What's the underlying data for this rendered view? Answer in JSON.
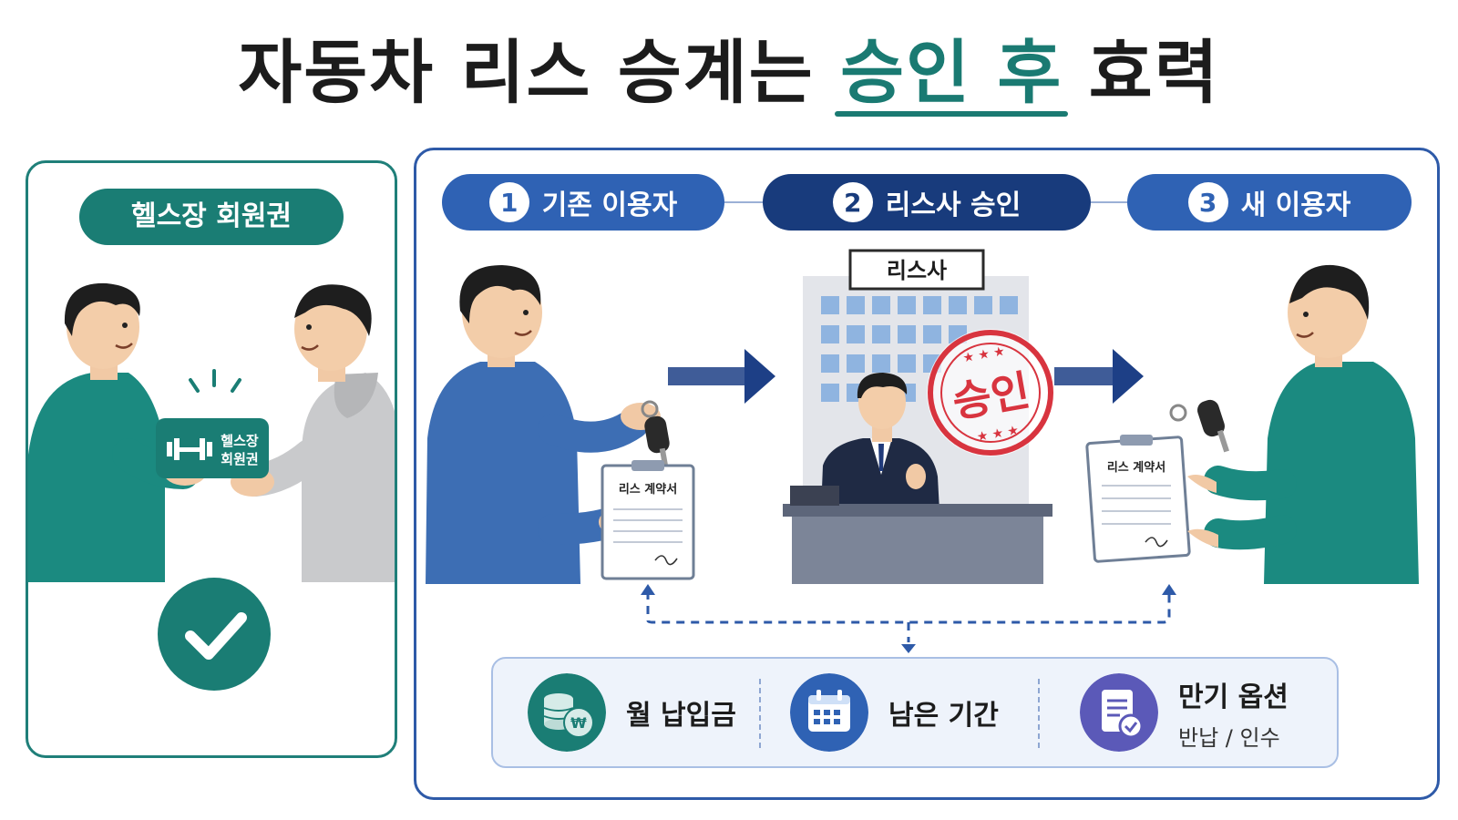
{
  "title": {
    "part1": "자동차 리스 승계는 ",
    "highlight": "승인 후",
    "part2": " 효력"
  },
  "left_panel": {
    "pill_label": "헬스장 회원권",
    "card_line1": "헬스장",
    "card_line2": "회원권"
  },
  "steps": [
    {
      "num": "1",
      "label": "기존 이용자"
    },
    {
      "num": "2",
      "label": "리스사 승인"
    },
    {
      "num": "3",
      "label": "새 이용자"
    }
  ],
  "scene": {
    "building_sign": "리스사",
    "stamp_text": "승인",
    "contract_left": "리스 계약서",
    "contract_right": "리스 계약서"
  },
  "info": [
    {
      "label": "월 납입금",
      "icon": "coins-icon",
      "currency": "₩"
    },
    {
      "label": "남은 기간",
      "icon": "calendar-icon"
    },
    {
      "label": "만기 옵션",
      "sub": "반납 / 인수",
      "icon": "document-check-icon"
    }
  ],
  "colors": {
    "teal": "#1a7d74",
    "blue": "#2f62b4",
    "navy": "#183b7c",
    "stamp_red": "#d8343f",
    "purple": "#5b59b8"
  }
}
